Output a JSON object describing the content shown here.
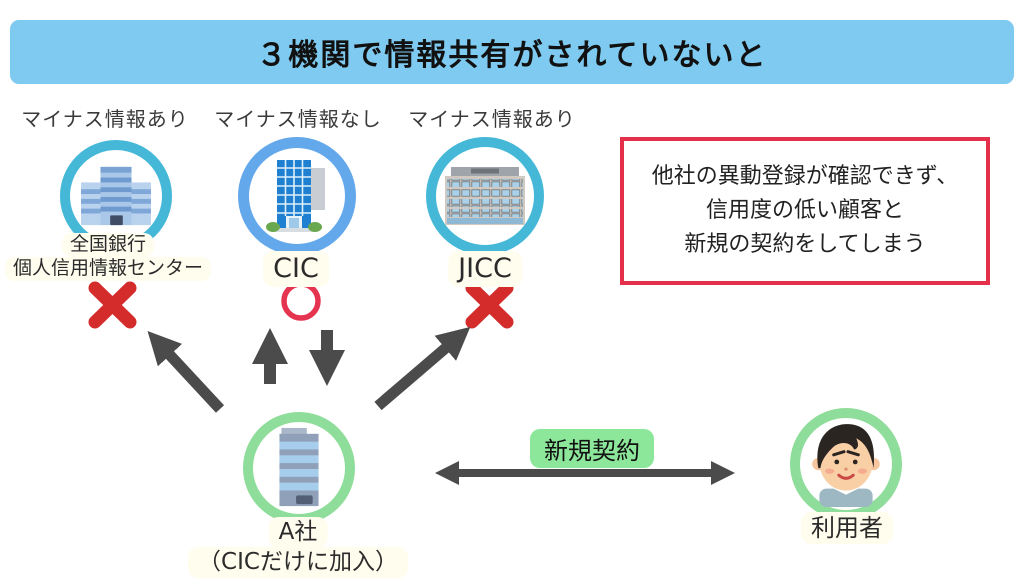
{
  "title": "３機関で情報共有がされていないと",
  "agencies": [
    {
      "status_label": "マイナス情報あり",
      "name_line1": "全国銀行",
      "name_line2": "個人信用情報センター",
      "share_result": "✕"
    },
    {
      "status_label": "マイナス情報なし",
      "name_line1": "CIC",
      "share_result": "◯"
    },
    {
      "status_label": "マイナス情報あり",
      "name_line1": "JICC",
      "share_result": "✕"
    }
  ],
  "note_box": {
    "line1": "他社の異動登録が確認できず、",
    "line2": "信用度の低い顧客と",
    "line3": "新規の契約をしてしまう"
  },
  "company": {
    "name": "A社",
    "sub": "（CICだけに加入）"
  },
  "contract_label": "新規契約",
  "user": {
    "name": "利用者"
  },
  "colors": {
    "banner_bg": "#7ecaf0",
    "ring_teal": "#45b8d8",
    "ring_blue": "#64a8ec",
    "ring_green": "#8edd9a",
    "cross_red": "#d42b2b",
    "ok_circle_red": "#e5344f",
    "arrow_gray": "#4b4b4b",
    "note_border_red": "#e5304c",
    "contract_bg_green": "#8ce79a"
  }
}
